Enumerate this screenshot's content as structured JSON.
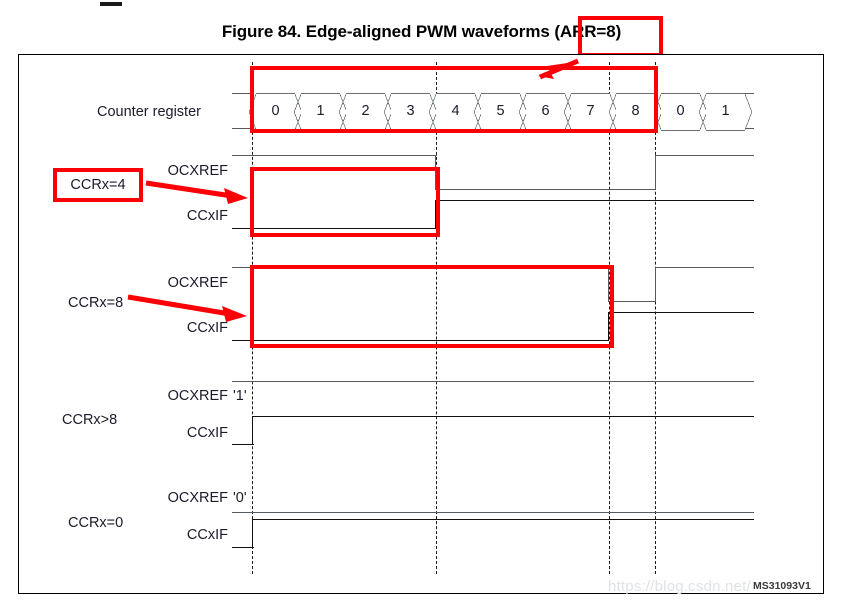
{
  "figure": {
    "title_main": "Figure 84. Edge-aligned PWM waveforms ",
    "title_highlight": "(ARR=8)",
    "figure_id": "MS31093V1",
    "watermark": "https://blog.csdn.net/"
  },
  "colors": {
    "annotation_red": "#fb0007",
    "signal_gray": "#555b5e",
    "text": "#1b1b2b"
  },
  "counter": {
    "label": "Counter register",
    "values": [
      "0",
      "1",
      "2",
      "3",
      "4",
      "5",
      "6",
      "7",
      "8",
      "0",
      "1"
    ]
  },
  "rows": [
    {
      "name": "CCRx=4",
      "group_label": "CCRx=4",
      "highlighted_label": true,
      "signals": [
        {
          "label": "OCXREF",
          "level_text": ""
        },
        {
          "label": "CCxIF",
          "level_text": ""
        }
      ]
    },
    {
      "name": "CCRx=8",
      "group_label": "CCRx=8",
      "highlighted_label": false,
      "signals": [
        {
          "label": "OCXREF",
          "level_text": ""
        },
        {
          "label": "CCxIF",
          "level_text": ""
        }
      ]
    },
    {
      "name": "CCRx>8",
      "group_label": "CCRx>8",
      "highlighted_label": false,
      "signals": [
        {
          "label": "OCXREF",
          "level_text": "'1'"
        },
        {
          "label": "CCxIF",
          "level_text": ""
        }
      ]
    },
    {
      "name": "CCRx=0",
      "group_label": "CCRx=0",
      "highlighted_label": false,
      "signals": [
        {
          "label": "OCXREF",
          "level_text": "'0'"
        },
        {
          "label": "CCxIF",
          "level_text": ""
        }
      ]
    }
  ],
  "chart_data": {
    "type": "line",
    "title": "Figure 84. Edge-aligned PWM waveforms (ARR=8)",
    "xlabel": "",
    "ylabel": "",
    "grid": false,
    "legend": "none",
    "description": "Timing diagram of edge-aligned PWM: counter counts 0..8 then restarts. OCXREF and CCxIF shown for four CCRx settings.",
    "counter_sequence": [
      0,
      1,
      2,
      3,
      4,
      5,
      6,
      7,
      8,
      0,
      1
    ],
    "arr": 8,
    "marker_counts": [
      0,
      4,
      8,
      9
    ],
    "series": [
      {
        "name": "CCRx=4 OCXREF",
        "type": "digital",
        "transitions": [
          {
            "count": 0,
            "level": 1
          },
          {
            "count": 4,
            "level": 0
          },
          {
            "count": 9,
            "level": 1
          }
        ]
      },
      {
        "name": "CCRx=4 CCxIF",
        "type": "digital",
        "transitions": [
          {
            "count": 0,
            "level": 0
          },
          {
            "count": 4,
            "level": 1
          }
        ]
      },
      {
        "name": "CCRx=8 OCXREF",
        "type": "digital",
        "transitions": [
          {
            "count": 0,
            "level": 1
          },
          {
            "count": 8,
            "level": 0
          },
          {
            "count": 9,
            "level": 1
          }
        ]
      },
      {
        "name": "CCRx=8 CCxIF",
        "type": "digital",
        "transitions": [
          {
            "count": 0,
            "level": 0
          },
          {
            "count": 8,
            "level": 1
          }
        ]
      },
      {
        "name": "CCRx>8 OCXREF",
        "type": "digital",
        "transitions": [
          {
            "count": 0,
            "level": 1
          }
        ]
      },
      {
        "name": "CCRx>8 CCxIF",
        "type": "digital",
        "transitions": [
          {
            "count": 0,
            "level": 0
          },
          {
            "count": 0,
            "level": 1
          }
        ]
      },
      {
        "name": "CCRx=0 OCXREF",
        "type": "digital",
        "transitions": [
          {
            "count": 0,
            "level": 0
          }
        ]
      },
      {
        "name": "CCRx=0 CCxIF",
        "type": "digital",
        "transitions": [
          {
            "count": 0,
            "level": 0
          },
          {
            "count": 0,
            "level": 1
          }
        ]
      }
    ]
  }
}
